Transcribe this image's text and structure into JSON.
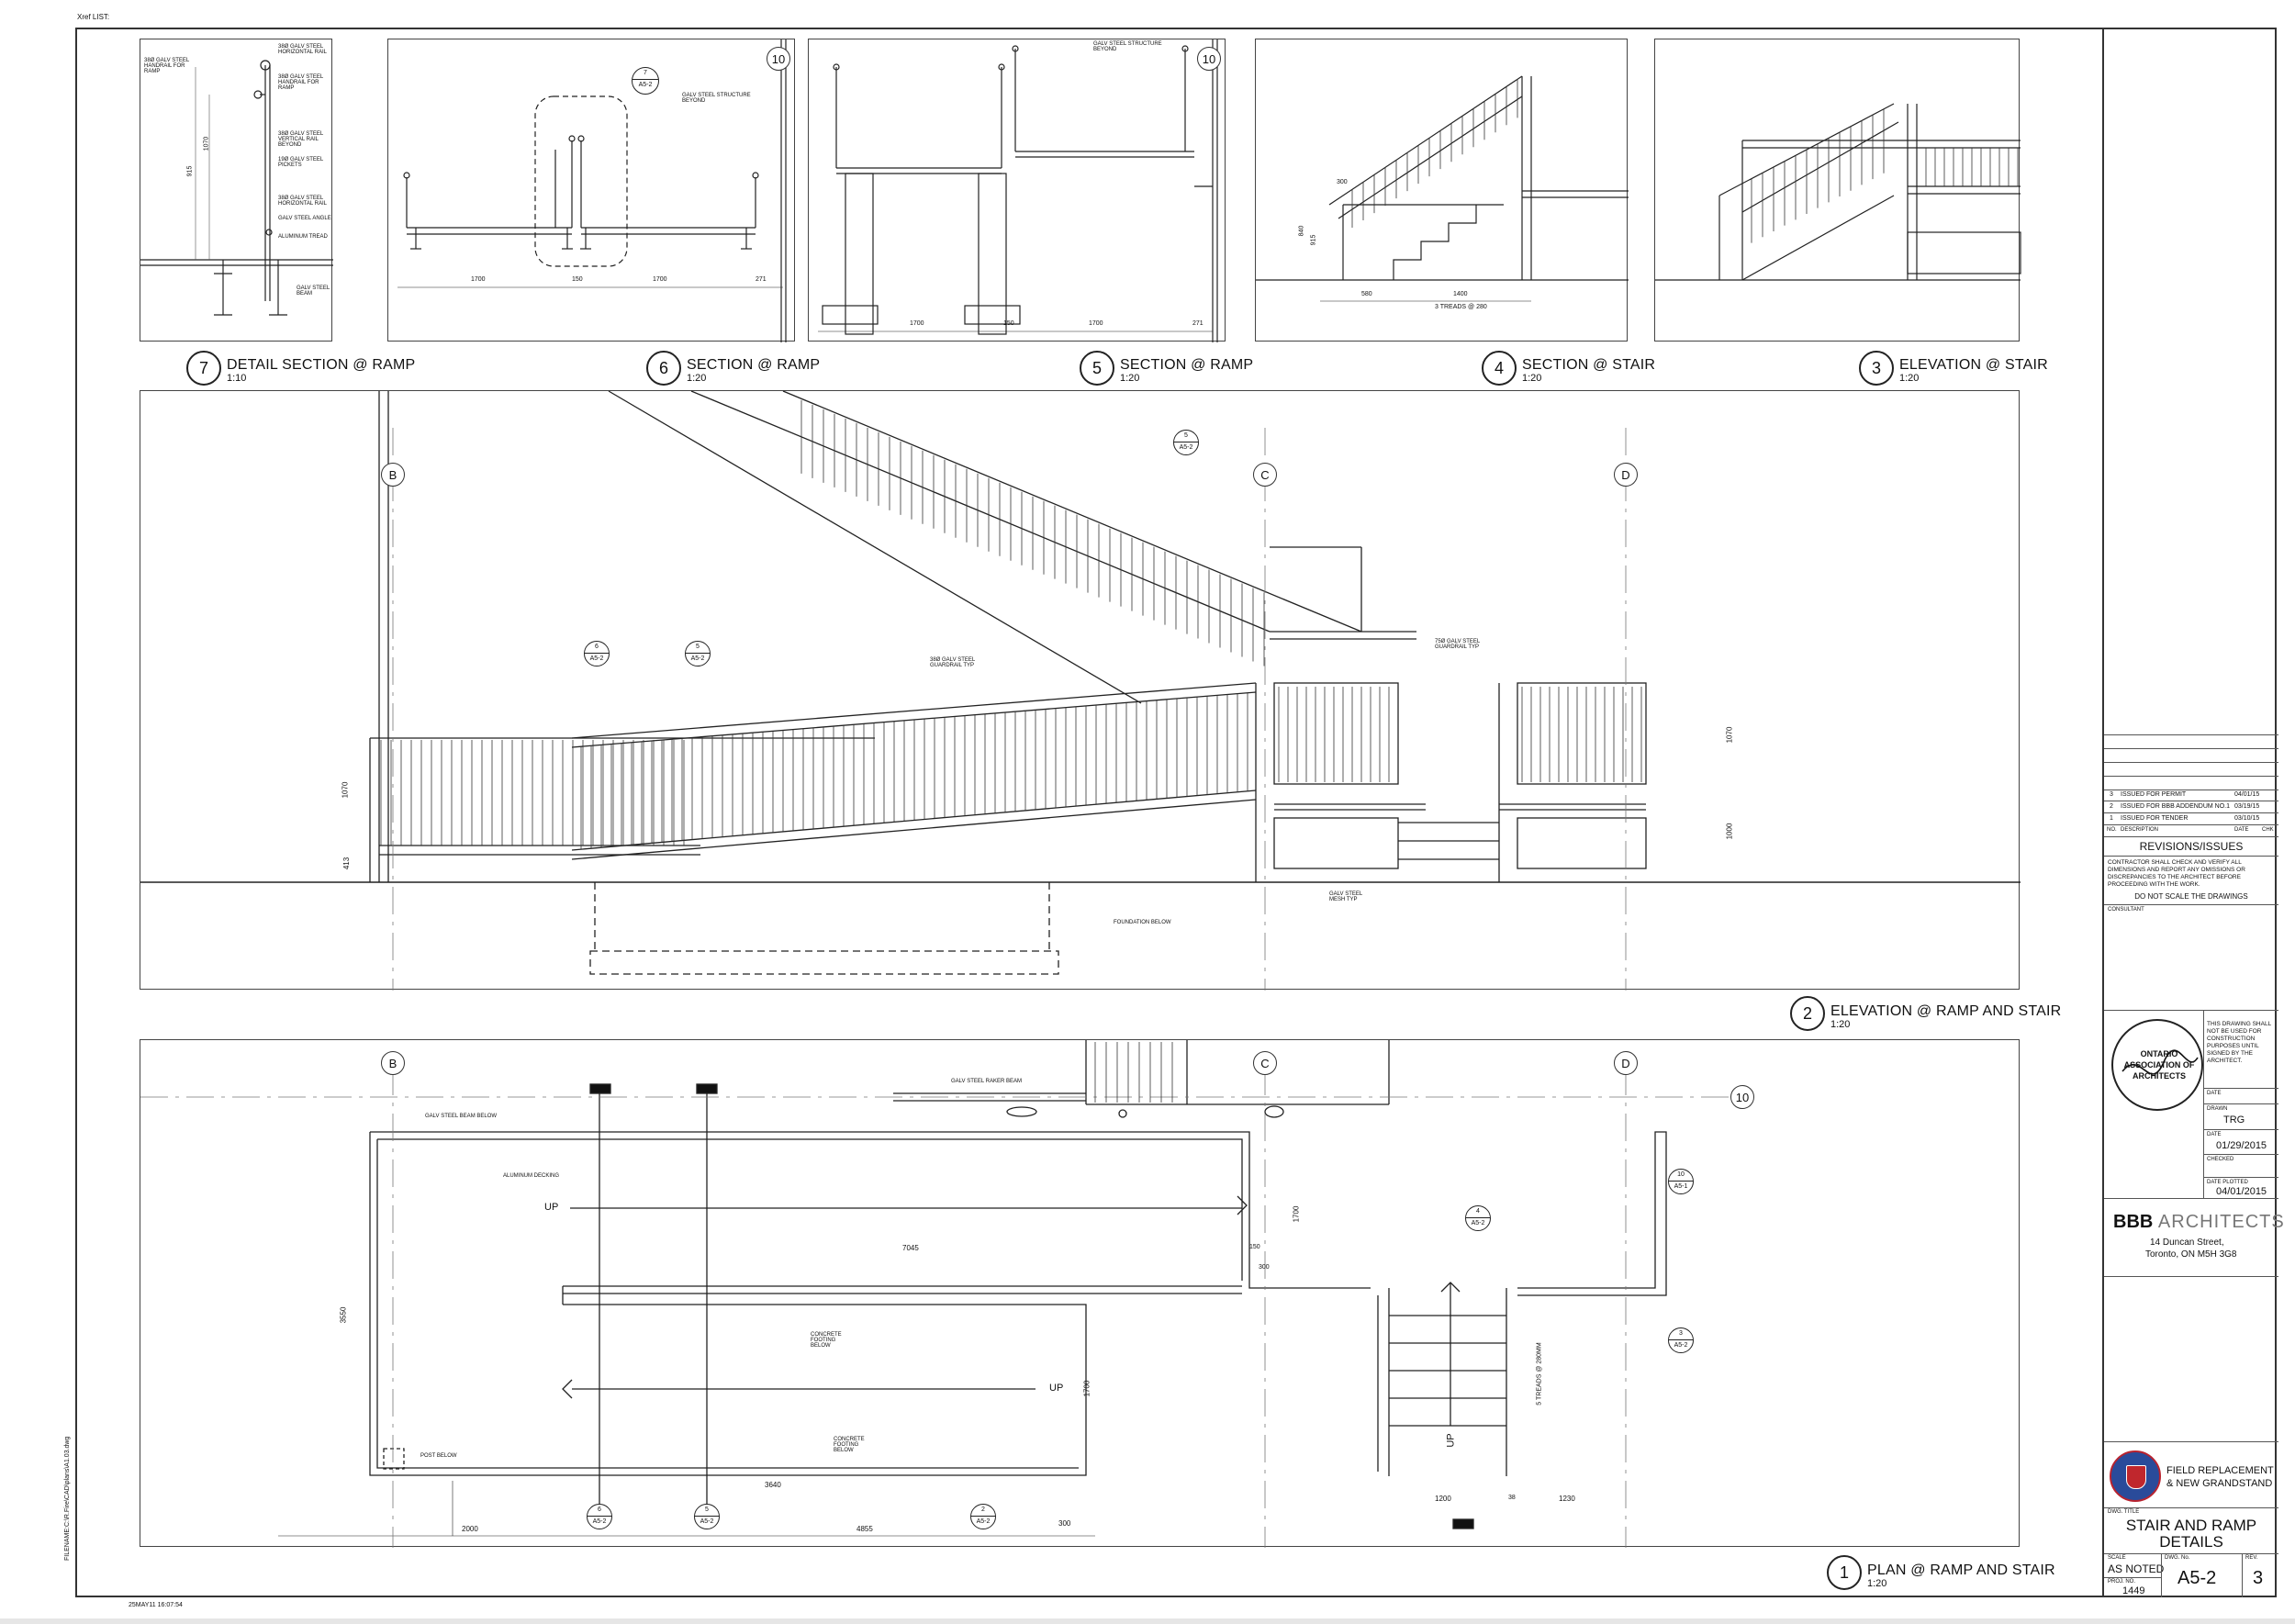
{
  "xref": "Xref LIST:",
  "filepath": "FILENAME:C:\\R.Fire\\CAD\\plans\\A1.03.dwg",
  "plot_stamp": "25MAY11 16:07:54",
  "details": {
    "d7": {
      "num": "7",
      "title": "DETAIL SECTION @ RAMP",
      "scale": "1:10",
      "notes": [
        "38Ø GALV STEEL HANDRAIL FOR RAMP",
        "38Ø GALV STEEL HORIZONTAL RAIL",
        "38Ø GALV STEEL HANDRAIL FOR RAMP",
        "38Ø GALV STEEL VERTICAL RAIL BEYOND",
        "19Ø GALV STEEL PICKETS",
        "38Ø GALV STEEL HORIZONTAL RAIL",
        "GALV STEEL ANGLE",
        "ALUMINUM TREAD",
        "GALV STEEL BEAM"
      ],
      "dims": [
        "1070",
        "915"
      ]
    },
    "d6": {
      "num": "6",
      "title": "SECTION @ RAMP",
      "scale": "1:20",
      "note": "GALV STEEL STRUCTURE BEYOND",
      "dims": [
        "1700",
        "150",
        "1700",
        "271"
      ],
      "callout_num": "7",
      "callout_sheet": "A5-2",
      "gridref": "10"
    },
    "d5": {
      "num": "5",
      "title": "SECTION @ RAMP",
      "scale": "1:20",
      "note": "GALV STEEL STRUCTURE BEYOND",
      "dims": [
        "1700",
        "150",
        "1700",
        "271"
      ],
      "gridref": "10"
    },
    "d4": {
      "num": "4",
      "title": "SECTION @ STAIR",
      "scale": "1:20",
      "dims": [
        "300",
        "580",
        "1400",
        "3 TREADS @ 280",
        "840",
        "915"
      ]
    },
    "d3": {
      "num": "3",
      "title": "ELEVATION @ STAIR",
      "scale": "1:20"
    },
    "d2": {
      "num": "2",
      "title": "ELEVATION @ RAMP AND STAIR",
      "scale": "1:20",
      "notes": [
        "38Ø GALV STEEL GUARDRAIL TYP",
        "75Ø GALV STEEL GUARDRAIL TYP",
        "GALV STEEL MESH TYP",
        "FOUNDATION BELOW"
      ],
      "dims": [
        "1070",
        "413",
        "1070",
        "1000"
      ],
      "grid": [
        "B",
        "C",
        "D"
      ],
      "callouts": [
        {
          "num": "6",
          "sheet": "A5-2"
        },
        {
          "num": "5",
          "sheet": "A5-2"
        },
        {
          "num": "5",
          "sheet": "A5-2"
        }
      ]
    },
    "d1": {
      "num": "1",
      "title": "PLAN @ RAMP AND STAIR",
      "scale": "1:20",
      "notes": [
        "GALV STEEL BEAM BELOW",
        "ALUMINUM DECKING",
        "GALV STEEL RAKER BEAM",
        "CONCRETE FOOTING BELOW",
        "CONCRETE FOOTING BELOW",
        "POST BELOW",
        "5 TREADS @ 280MM"
      ],
      "dims": [
        "7045",
        "1700",
        "3550",
        "1700",
        "3640",
        "2000",
        "4855",
        "300",
        "1200",
        "38",
        "1230",
        "300",
        "150"
      ],
      "up_labels": [
        "UP",
        "UP",
        "UP"
      ],
      "grid": [
        "B",
        "C",
        "D",
        "10"
      ],
      "callouts": [
        {
          "num": "6",
          "sheet": "A5-2"
        },
        {
          "num": "5",
          "sheet": "A5-2"
        },
        {
          "num": "2",
          "sheet": "A5-2"
        },
        {
          "num": "4",
          "sheet": "A5-2"
        },
        {
          "num": "3",
          "sheet": "A5-2"
        },
        {
          "num": "10",
          "sheet": "A5-1"
        }
      ]
    }
  },
  "title_block": {
    "revisions": [
      {
        "no": "3",
        "desc": "ISSUED FOR PERMIT",
        "date": "04/01/15"
      },
      {
        "no": "2",
        "desc": "ISSUED FOR BBB ADDENDUM NO.1",
        "date": "03/19/15"
      },
      {
        "no": "1",
        "desc": "ISSUED FOR TENDER",
        "date": "03/10/15"
      }
    ],
    "rev_headers": [
      "NO.",
      "DESCRIPTION",
      "DATE",
      "CHK"
    ],
    "revisions_title": "REVISIONS/ISSUES",
    "contractor_note": "CONTRACTOR SHALL CHECK AND VERIFY ALL DIMENSIONS AND REPORT ANY OMISSIONS OR DISCREPANCIES TO THE ARCHITECT BEFORE PROCEEDING WITH THE WORK.",
    "do_not_scale": "DO NOT SCALE THE DRAWINGS",
    "consultant_label": "CONSULTANT",
    "seal_text": "ONTARIO ASSOCIATION OF ARCHITECTS",
    "seal_note": "THIS DRAWING SHALL NOT BE USED FOR CONSTRUCTION PURPOSES UNTIL SIGNED BY THE ARCHITECT.",
    "date_label": "DATE",
    "drawn_label": "DRAWN",
    "drawn": "TRG",
    "date2_label": "DATE",
    "date2": "01/29/2015",
    "checked_label": "CHECKED",
    "plotted_label": "DATE PLOTTED",
    "plotted": "04/01/2015",
    "firm_bold": "BBB",
    "firm_light": "ARCHITECTS",
    "address1": "14 Duncan Street,",
    "address2": "Toronto, ON M5H 3G8",
    "project_line1": "FIELD REPLACEMENT",
    "project_line2": "& NEW GRANDSTAND",
    "dwg_title_label": "DWG. TITLE",
    "dwg_title1": "STAIR AND RAMP",
    "dwg_title2": "DETAILS",
    "scale_label": "SCALE",
    "scale": "AS NOTED",
    "proj_label": "PROJ. NO.",
    "proj": "1449",
    "dwg_no_label": "DWG. No.",
    "dwg_no": "A5-2",
    "rev_label": "REV.",
    "rev": "3"
  }
}
